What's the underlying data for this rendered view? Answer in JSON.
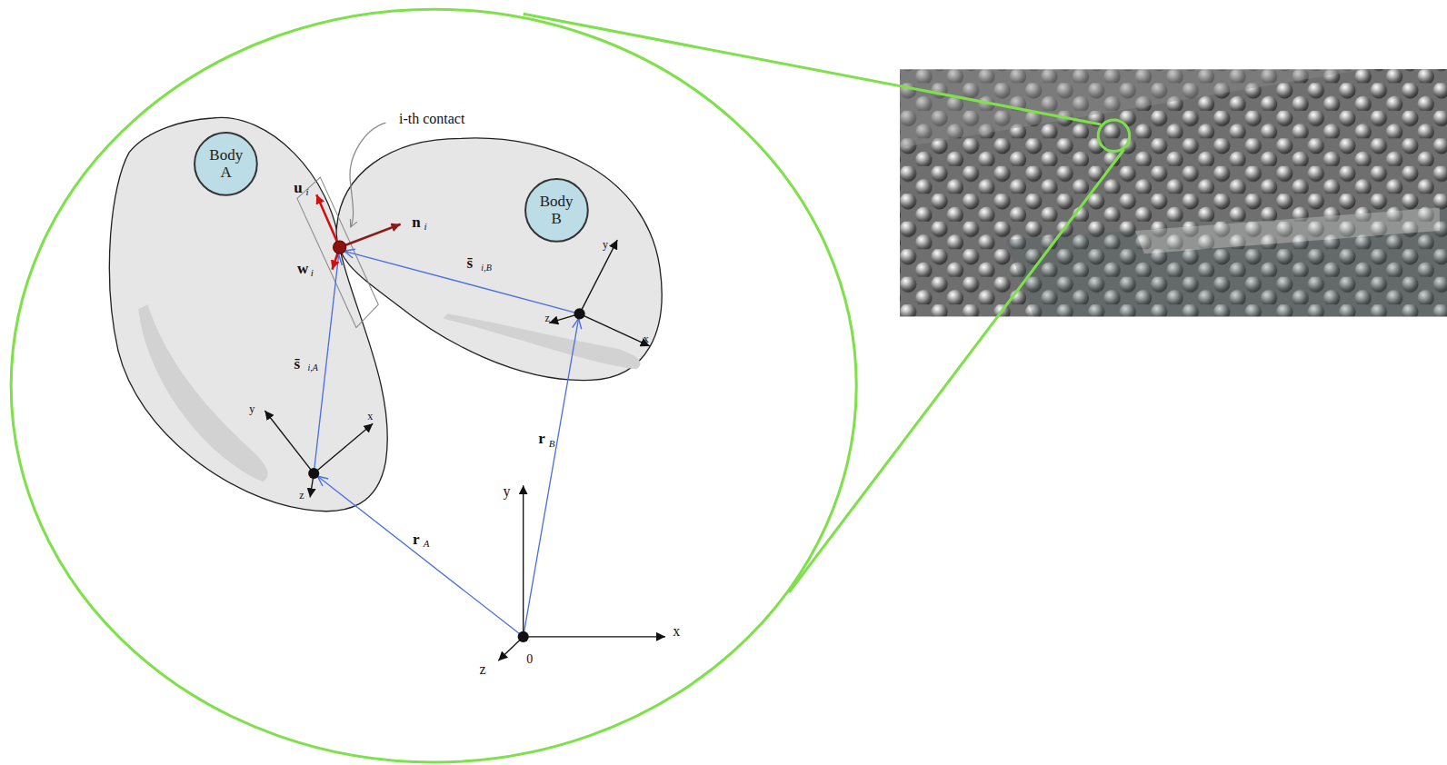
{
  "diagram": {
    "nodes": [
      {
        "text": [
          "Body A"
        ]
      },
      {
        "text": [
          "Body B"
        ]
      }
    ],
    "labels": [
      "i-th contact",
      "u",
      "i",
      "n",
      "i",
      "w",
      "i",
      "s̄",
      "i,B",
      "s̄",
      "i,A",
      "r",
      "B",
      "r",
      "A",
      "y",
      "x",
      "z",
      "y",
      "z",
      "x",
      "y",
      "x",
      "z",
      "0"
    ]
  }
}
